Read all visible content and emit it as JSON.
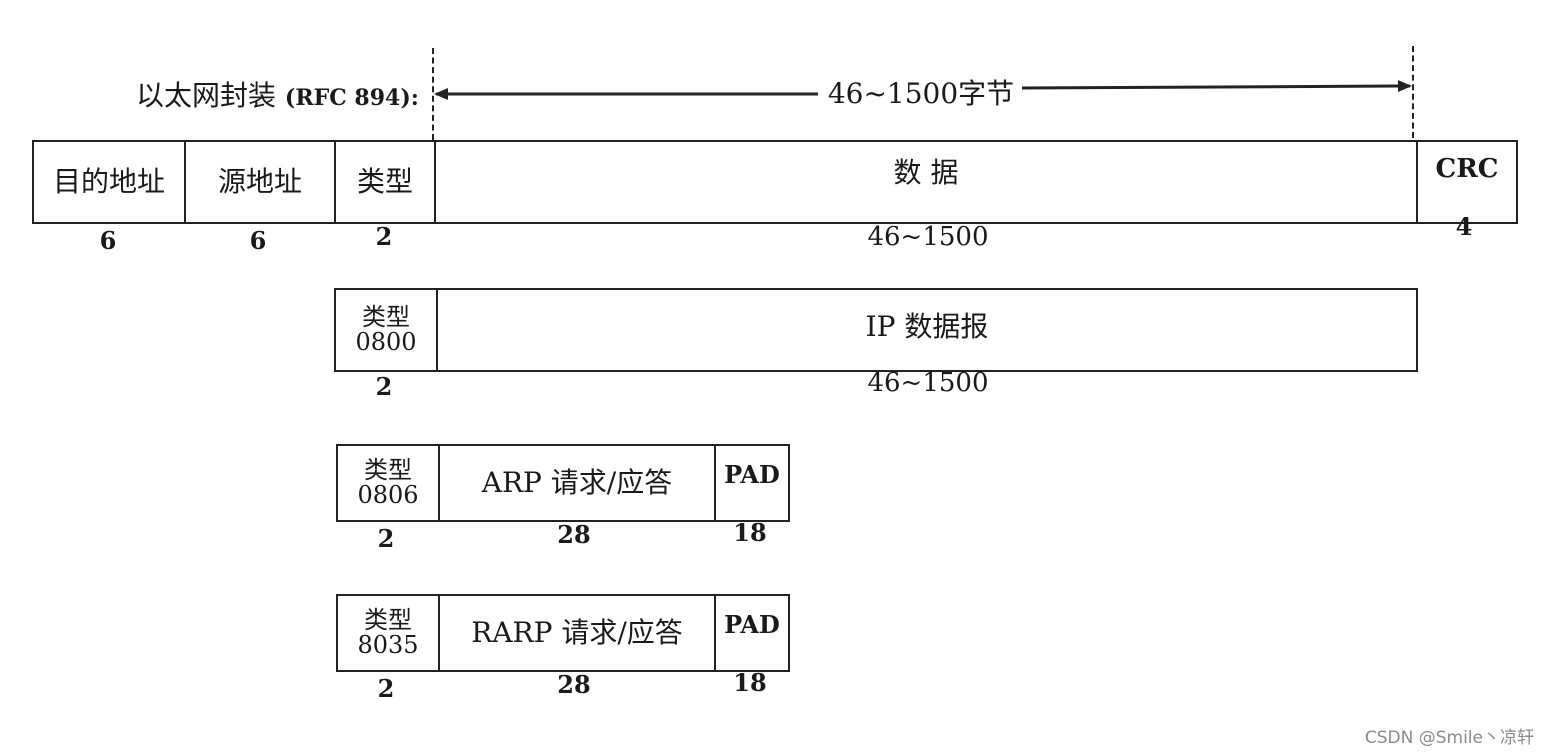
{
  "header": {
    "label_cn": "以太网封装",
    "label_ref": "(RFC 894):",
    "span_label": "46~1500字节"
  },
  "ethernet_frame": {
    "fields": {
      "dest": "目的地址",
      "src": "源地址",
      "type": "类型",
      "data": "数 据",
      "crc": "CRC"
    },
    "sizes": {
      "dest": "6",
      "src": "6",
      "type": "2",
      "data": "46~1500",
      "crc": "4"
    }
  },
  "ip_frame": {
    "type_label": "类型",
    "type_code": "0800",
    "payload": "IP 数据报",
    "size_type": "2",
    "size_payload": "46~1500"
  },
  "arp_frame": {
    "type_label": "类型",
    "type_code": "0806",
    "payload": "ARP 请求/应答",
    "pad": "PAD",
    "size_type": "2",
    "size_payload": "28",
    "size_pad": "18"
  },
  "rarp_frame": {
    "type_label": "类型",
    "type_code": "8035",
    "payload": "RARP 请求/应答",
    "pad": "PAD",
    "size_type": "2",
    "size_payload": "28",
    "size_pad": "18"
  },
  "watermark": "CSDN @Smile丶凉轩"
}
